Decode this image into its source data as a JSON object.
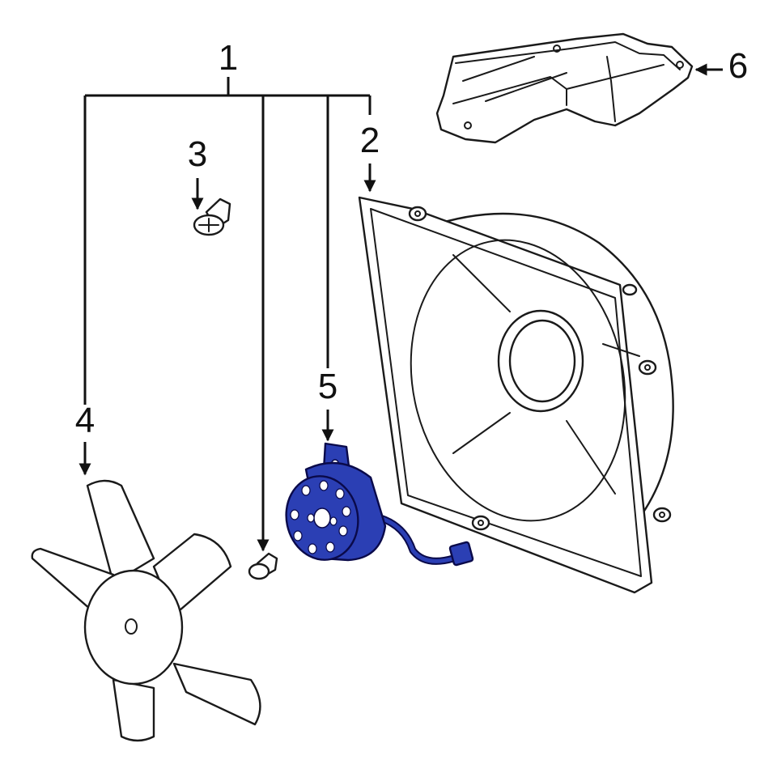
{
  "diagram": {
    "highlight_color": "#2b3fb4",
    "line_color": "#111111",
    "background": "#ffffff",
    "callouts": [
      {
        "id": "1",
        "label": "1",
        "part": "fan-assembly"
      },
      {
        "id": "2",
        "label": "2",
        "part": "fan-shroud"
      },
      {
        "id": "3",
        "label": "3",
        "part": "shroud-bolt"
      },
      {
        "id": "4",
        "label": "4",
        "part": "fan-blade"
      },
      {
        "id": "5",
        "label": "5",
        "part": "fan-motor"
      },
      {
        "id": "6",
        "label": "6",
        "part": "upper-shield"
      }
    ]
  }
}
